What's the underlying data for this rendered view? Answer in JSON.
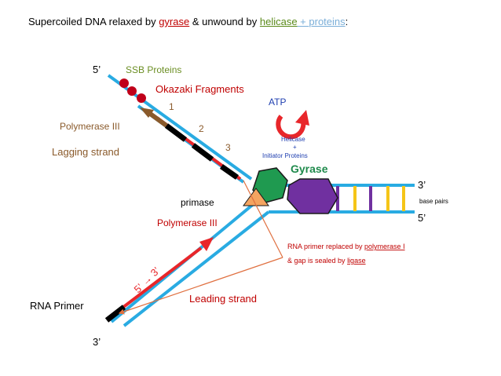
{
  "title": {
    "part1": "Supercoiled DNA relaxed by ",
    "gyrase_word": "gyrase",
    "part2": " & unwound by ",
    "helicase_word": "helicase",
    "plus": " + ",
    "proteins_word": "proteins",
    "colon": ":"
  },
  "labels": {
    "five_prime_top": "5’",
    "ssb_proteins": "SSB Proteins",
    "okazaki_fragments": "Okazaki Fragments",
    "frag_1": "1",
    "frag_2": "2",
    "frag_3": "3",
    "polymerase_iii_top": "Polymerase III",
    "lagging_strand": "Lagging strand",
    "atp": "ATP",
    "helicase": "Helicase",
    "helicase_plus": "+",
    "initiator_proteins": "Initiator Proteins",
    "gyrase": "Gyrase",
    "primase": "primase",
    "three_prime_right": "3’",
    "base_pairs": "base pairs",
    "five_prime_right": "5’",
    "polymerase_iii_bottom": "Polymerase III",
    "rna_primer_note_1a": "RNA primer replaced by ",
    "rna_primer_note_1b": "polymerase I",
    "rna_primer_note_2a": "& gap is sealed by ",
    "rna_primer_note_2b": "ligase",
    "direction": "5’ → 3’",
    "leading_strand": "Leading strand",
    "rna_primer": "RNA Primer",
    "three_prime_bottom": "3’"
  },
  "colors": {
    "strand_blue": "#29abe2",
    "new_strand_red": "#e8262a",
    "dark_red": "#c00000",
    "olive_green": "#6b8e23",
    "brown": "#8a5a2b",
    "gyrase_green": "#1f8a4c",
    "helicase_purple": "#7030a0",
    "primase_orange": "#f4a460",
    "base_yellow": "#f5c518",
    "base_purple": "#7030a0",
    "atp_blue": "#1f3fb0",
    "gray_text": "#404040"
  }
}
